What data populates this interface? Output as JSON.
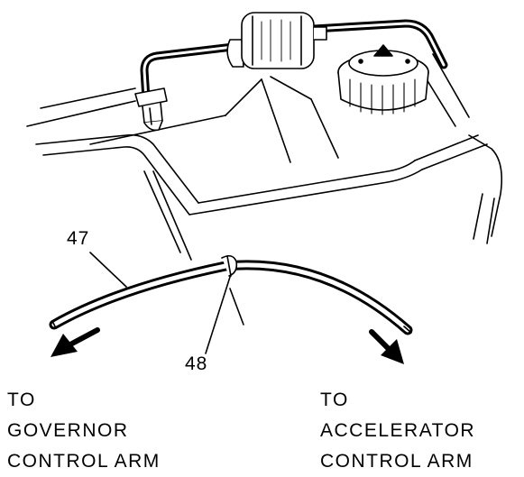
{
  "callouts": {
    "cable": "47",
    "clip": "48"
  },
  "left_label": {
    "line1": "TO",
    "line2": "GOVERNOR",
    "line3": "CONTROL ARM"
  },
  "right_label": {
    "line1": "TO",
    "line2": "ACCELERATOR",
    "line3": "CONTROL ARM"
  },
  "colors": {
    "ink": "#000000",
    "paper": "#ffffff"
  }
}
